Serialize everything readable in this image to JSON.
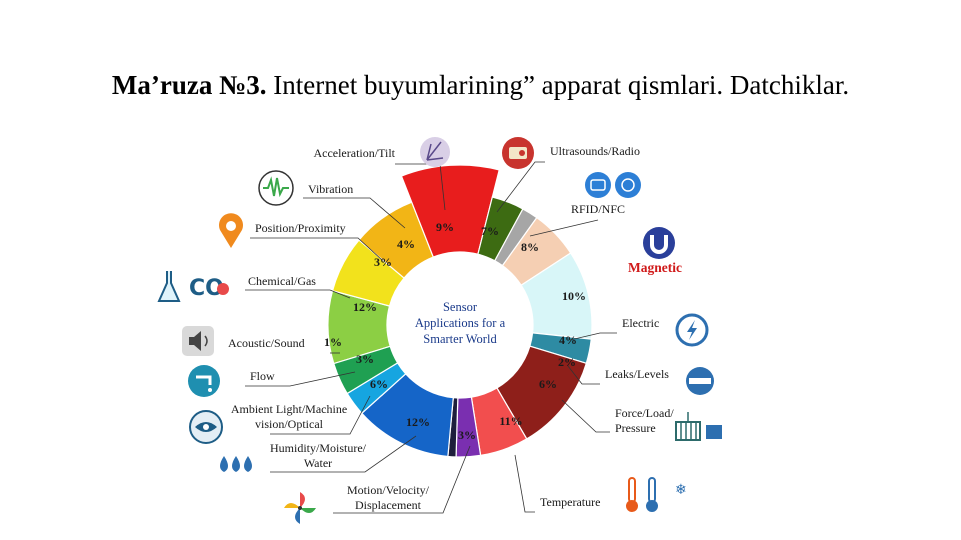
{
  "slide": {
    "title_bold": "Ma’ruza №3.",
    "title_rest": " Internet buyumlarining” apparat qismlari. Datchiklar."
  },
  "chart_data": {
    "type": "pie",
    "donut": true,
    "center_label": [
      "Sensor",
      "Applications for a",
      "Smarter World"
    ],
    "series": [
      {
        "label": "Acceleration/Tilt",
        "value": 9,
        "value_label": "9%",
        "color": "#8ccf44",
        "icon": "accelerometer-icon"
      },
      {
        "label": "Ultrasounds/Radio",
        "value": 7,
        "value_label": "7%",
        "color": "#f2e21c",
        "icon": "radio-icon"
      },
      {
        "label": "RFID/NFC",
        "value": 8,
        "value_label": "8%",
        "color": "#f2b516",
        "icon": "rfid-icon"
      },
      {
        "label": "Magnetic",
        "value": 10,
        "value_label": "10%",
        "color": "#e81d1d",
        "icon": "magnet-icon",
        "highlight": true
      },
      {
        "label": "Electric",
        "value": 4,
        "value_label": "4%",
        "color": "#3d6b12",
        "icon": "lightning-icon"
      },
      {
        "label": "Leaks/Levels",
        "value": 2,
        "value_label": "2%",
        "color": "#a6a6a6",
        "icon": "pipe-icon"
      },
      {
        "label": "Force/Load/\nPressure",
        "value": 6,
        "value_label": "6%",
        "color": "#f5cfb3",
        "icon": "load-icon"
      },
      {
        "label": "Temperature",
        "value": 11,
        "value_label": "11%",
        "color": "#d8f6f8",
        "icon": "thermometer-icon"
      },
      {
        "label": "Motion/Velocity/\nDisplacement",
        "value": 3,
        "value_label": "3%",
        "color": "#2e8ba3",
        "icon": "pinwheel-icon"
      },
      {
        "label": "Humidity/Moisture/\nWater",
        "value": 12,
        "value_label": "12%",
        "color": "#8e1f1a",
        "icon": "water-drops-icon"
      },
      {
        "label": "Ambient Light/Machine\nvision/Optical",
        "value": 6,
        "value_label": "6%",
        "color": "#f24e4e",
        "icon": "eye-icon"
      },
      {
        "label": "Flow",
        "value": 3,
        "value_label": "3%",
        "color": "#7a2fb0",
        "icon": "faucet-icon"
      },
      {
        "label": "Acoustic/Sound",
        "value": 1,
        "value_label": "1%",
        "color": "#1e1e3c",
        "icon": "speaker-icon"
      },
      {
        "label": "Chemical/Gas",
        "value": 12,
        "value_label": "12%",
        "color": "#1565c8",
        "icon": "flask-co2-icon"
      },
      {
        "label": "Position/Proximity",
        "value": 3,
        "value_label": "3%",
        "color": "#16a5e0",
        "icon": "location-pin-icon"
      },
      {
        "label": "Vibration",
        "value": 4,
        "value_label": "4%",
        "color": "#1fa052",
        "icon": "vibration-icon"
      }
    ]
  }
}
